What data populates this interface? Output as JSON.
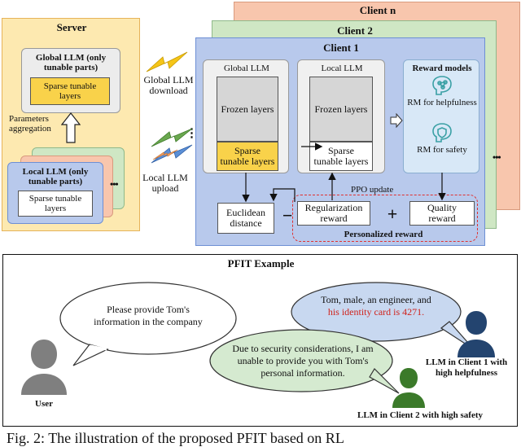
{
  "server": {
    "title": "Server",
    "global_llm": "Global LLM (only tunable parts)",
    "sparse_layers": "Sparse tunable layers",
    "aggregation": "Parameters aggregation",
    "local_llm": "Local LLM (only tunable parts)",
    "local_sparse_layers": "Sparse tunable layers",
    "dots": "•••"
  },
  "transfer": {
    "download": "Global LLM download",
    "upload": "Local LLM upload",
    "vdots": "⋮"
  },
  "clients": {
    "client_n": "Client n",
    "client_2": "Client 2",
    "client_1": "Client 1",
    "global_llm": "Global LLM",
    "global_frozen": "Frozen layers",
    "global_sparse": "Sparse tunable layers",
    "local_llm": "Local LLM",
    "local_frozen": "Frozen layers",
    "local_sparse": "Sparse tunable layers",
    "reward_models": "Reward models",
    "rm_help": "RM for helpfulness",
    "rm_safety": "RM for safety",
    "ppo": "PPO update",
    "euclid": "Euclidean distance",
    "minus": "−",
    "reg": "Regularization reward",
    "plus": "+",
    "quality": "Quality reward",
    "personalized": "Personalized reward",
    "dots": "•••"
  },
  "example": {
    "title": "PFIT Example",
    "user_msg": "Please provide Tom's information in the company",
    "help_msg_black": "Tom, male, an engineer, and",
    "help_msg_red": "his identity card is 4271.",
    "safe_msg": "Due to security considerations, I am unable to provide you with Tom's personal information.",
    "user_label": "User",
    "client1_label": "LLM in Client 1 with high helpfulness",
    "client2_label": "LLM in Client 2 with high safety"
  },
  "caption": {
    "text": "Fig. 2: The illustration of the proposed PFIT based on RL"
  },
  "colors": {
    "server_bg": "#fde9b0",
    "server_border": "#e6b35a",
    "sparse_yellow": "#f9d24a",
    "frozen_gray": "#d6d6d6",
    "client_blue": "#b8c9ec",
    "client_border": "#6d8fd4",
    "client2_green": "#cfe7c4",
    "clientn_salmon": "#f8c6ad",
    "rm_blue": "#d8e8f7",
    "icon_teal": "#3aa0a5",
    "bubble_blue": "#c8d8f0",
    "bubble_green": "#d5ead0",
    "lightning_yellow": "#f5c518",
    "lightning_green": "#6aa84f",
    "lightning_blue": "#5b8fd6",
    "red_text": "#d0231c",
    "user_gray": "#7f7f7f",
    "client1_navy": "#23446f",
    "client2_green_icon": "#3b7a2a"
  }
}
